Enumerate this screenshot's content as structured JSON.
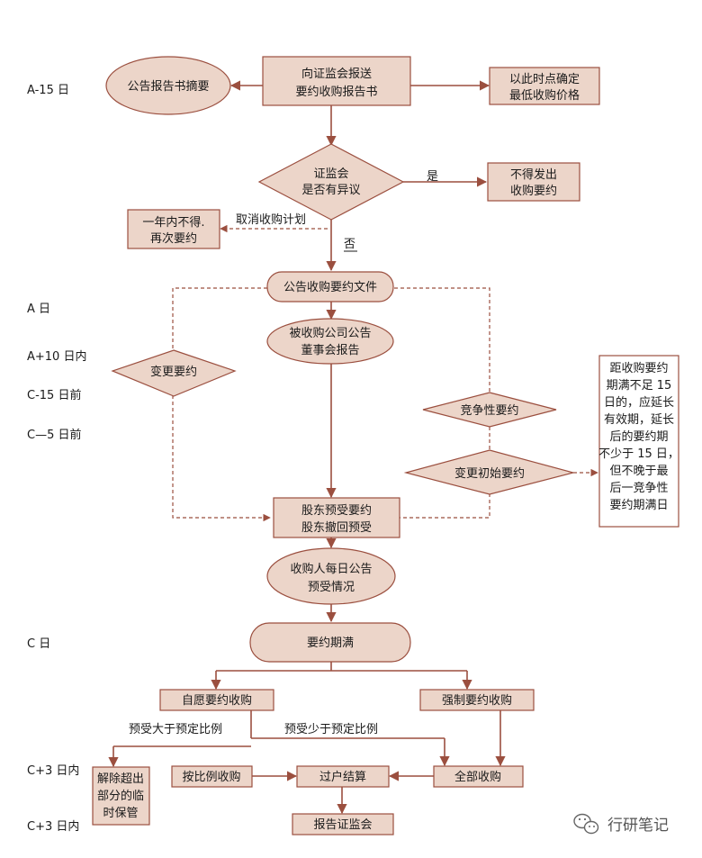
{
  "timeline": {
    "a_minus_15": "A-15 日",
    "a": "A 日",
    "a_plus_10": "A+10 日内",
    "c_minus_15": "C-15 日前",
    "c_minus_5": "C—5 日前",
    "c": "C 日",
    "c_plus_3_a": "C+3 日内",
    "c_plus_3_b": "C+3 日内"
  },
  "nodes": {
    "summary": "公告报告书摘要",
    "report_l1": "向证监会报送",
    "report_l2": "要约收购报告书",
    "min_price_l1": "以此时点确定",
    "min_price_l2": "最低收购价格",
    "objection_l1": "证监会",
    "objection_l2": "是否有异议",
    "no_offer_l1": "不得发出",
    "no_offer_l2": "收购要约",
    "one_year_l1": "一年内不得.",
    "one_year_l2": "再次要约",
    "announce_offer": "公告收购要约文件",
    "board_l1": "被收购公司公告",
    "board_l2": "董事会报告",
    "change_offer": "变更要约",
    "competing_offer": "竞争性要约",
    "change_initial": "变更初始要约",
    "extension_note": [
      "距收购要约",
      "期满不足 15",
      "日的，应延长",
      "有效期，延长",
      "后的要约期",
      "不少于 15 日，",
      "但不晚于最",
      "后一竞争性",
      "要约期满日"
    ],
    "shareholders_l1": "股东预受要约",
    "shareholders_l2": "股东撤回预受",
    "daily_l1": "收购人每日公告",
    "daily_l2": "预受情况",
    "expiry": "要约期满",
    "voluntary": "自愿要约收购",
    "mandatory": "强制要约收购",
    "release_l1": "解除超出",
    "release_l2": "部分的临",
    "release_l3": "时保管",
    "pro_rata": "按比例收购",
    "settlement": "过户结算",
    "full_purchase": "全部收购",
    "report_csrc": "报告证监会"
  },
  "edge_labels": {
    "yes": "是",
    "no": "否",
    "cancel": "取消收购计划",
    "more_than": "预受大于预定比例",
    "less_than": "预受少于预定比例"
  },
  "watermark": {
    "icon": "wechat-icon",
    "text": "行研笔记"
  },
  "colors": {
    "node_fill": "#ecd5c9",
    "border": "#9b4f3f"
  }
}
